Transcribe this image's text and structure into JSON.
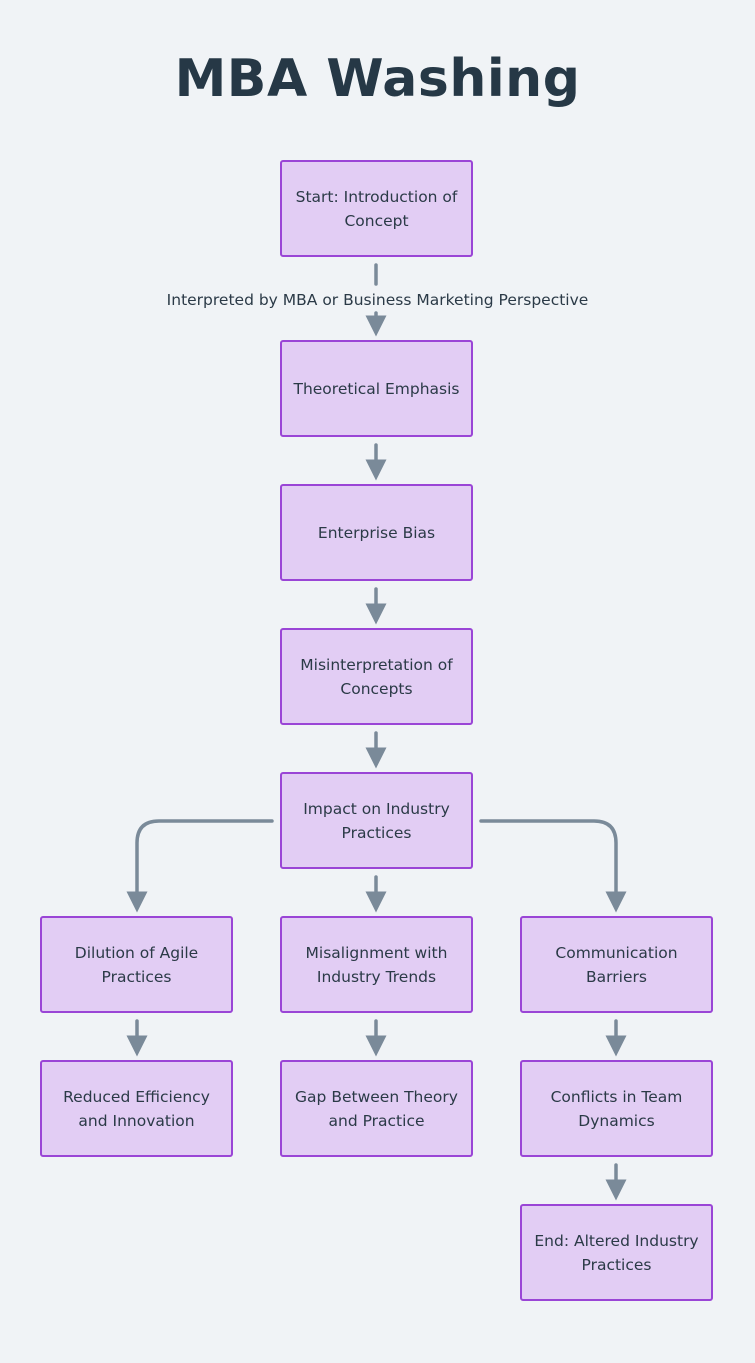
{
  "title": "MBA Washing",
  "nodes": {
    "start": "Start: Introduction of Concept",
    "theoretical": "Theoretical Emphasis",
    "enterprise": "Enterprise Bias",
    "misinterpretation": "Misinterpretation of Concepts",
    "impact": "Impact on Industry Practices",
    "dilution": "Dilution of Agile Practices",
    "misalignment": "Misalignment with Industry Trends",
    "communication": "Communication Barriers",
    "reduced": "Reduced Efficiency and Innovation",
    "gap": "Gap Between Theory and Practice",
    "conflicts": "Conflicts in Team Dynamics",
    "end": "End: Altered Industry Practices"
  },
  "edges": {
    "start_to_theoretical_label": "Interpreted by MBA or Business Marketing Perspective"
  },
  "colors": {
    "background": "#f0f3f6",
    "node_fill": "#e2cdf4",
    "node_border": "#9a45d6",
    "connector": "#7a8a99",
    "text": "#2b3a47",
    "title": "#263846"
  }
}
